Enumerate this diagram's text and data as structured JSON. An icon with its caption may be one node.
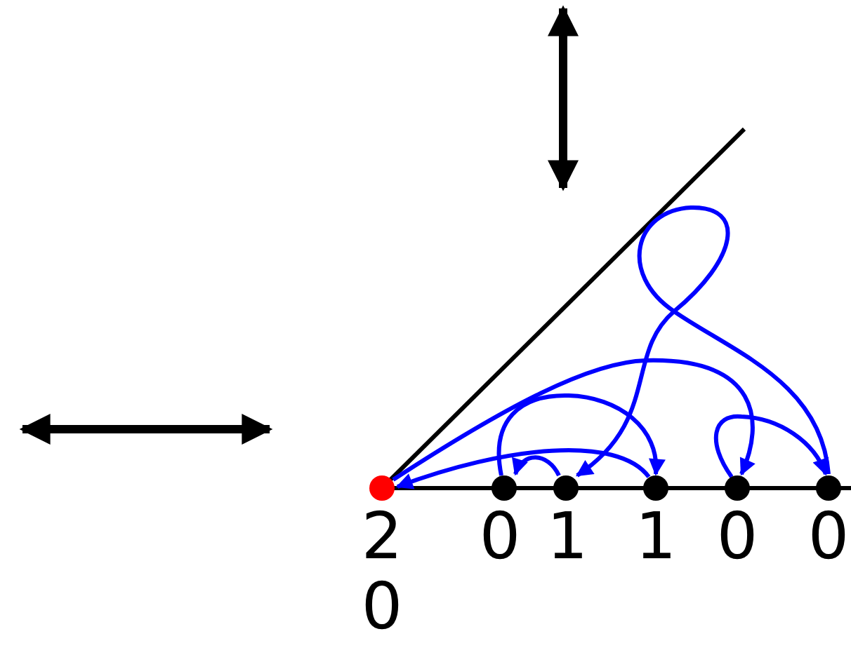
{
  "diagram": {
    "nodes": [
      {
        "text": [],
        "shape": "circle",
        "beside": [
          "2",
          "0"
        ]
      },
      {
        "text": [],
        "shape": "circle",
        "beside": [
          "0"
        ]
      },
      {
        "text": [],
        "shape": "circle",
        "beside": [
          "1"
        ]
      },
      {
        "text": [],
        "shape": "circle",
        "beside": [
          "1"
        ]
      },
      {
        "text": [],
        "shape": "circle",
        "beside": [
          "0"
        ]
      },
      {
        "text": [],
        "shape": "circle",
        "beside": [
          "0"
        ]
      }
    ],
    "edges": [
      {
        "from": 5,
        "to": 2,
        "arrow": "to"
      },
      {
        "from": 2,
        "to": 1,
        "arrow": "to"
      },
      {
        "from": 1,
        "to": 3,
        "arrow": "to"
      },
      {
        "from": 3,
        "to": 0,
        "arrow": "to"
      },
      {
        "from": 0,
        "to": 4,
        "arrow": "to"
      },
      {
        "from": 4,
        "to": 5,
        "arrow": "to"
      }
    ]
  }
}
